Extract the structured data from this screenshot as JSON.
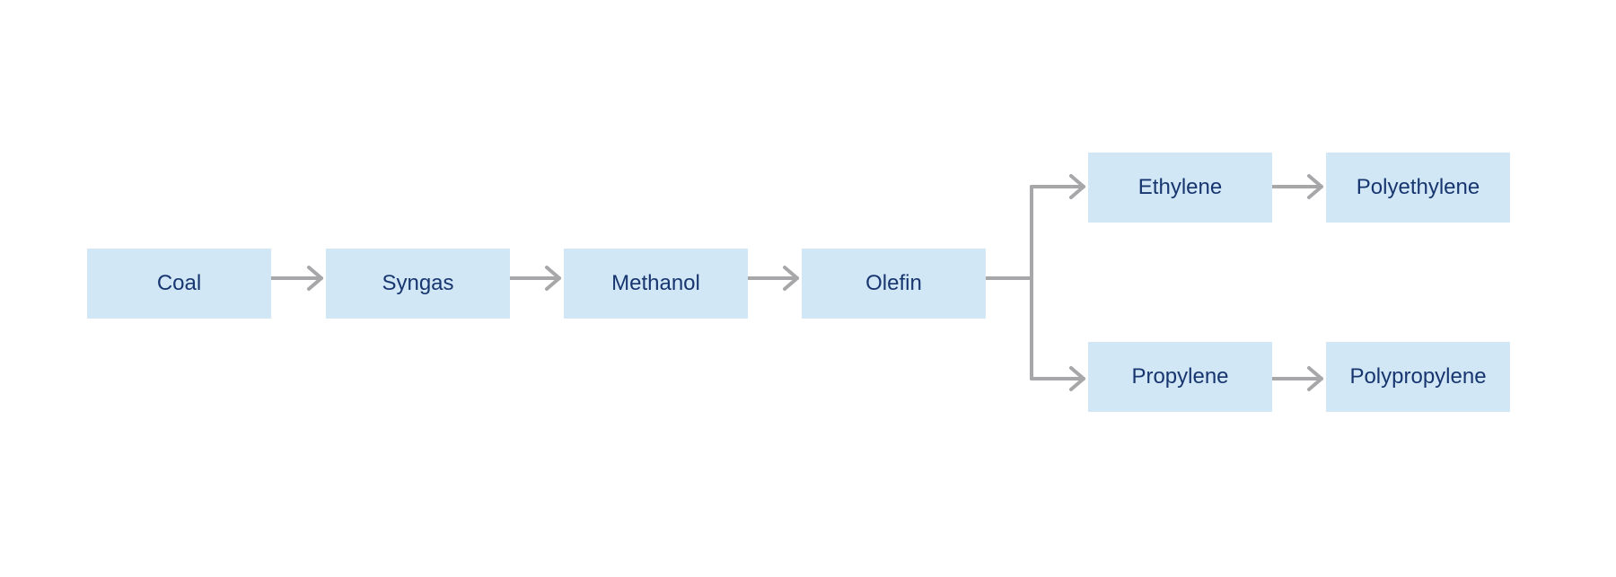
{
  "diagram": {
    "nodes": {
      "coal": "Coal",
      "syngas": "Syngas",
      "methanol": "Methanol",
      "olefin": "Olefin",
      "ethylene": "Ethylene",
      "polyethylene": "Polyethylene",
      "propylene": "Propylene",
      "polypropylene": "Polypropylene"
    },
    "colors": {
      "box_fill": "#d2e7f6",
      "label_text": "#17366f",
      "connector": "#a7a7a9"
    }
  }
}
